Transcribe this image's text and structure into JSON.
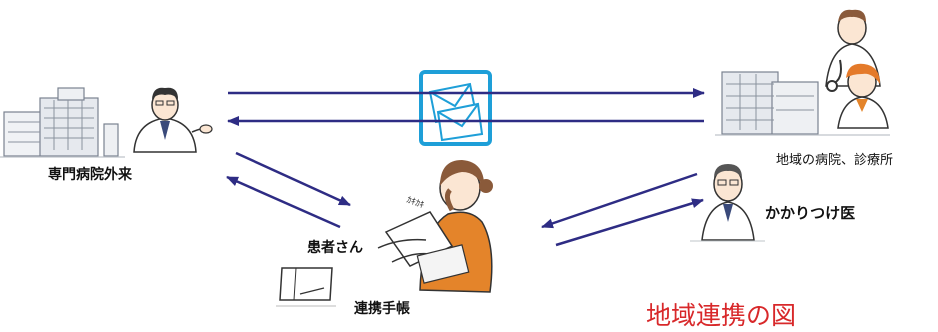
{
  "labels": {
    "specialist_outpatient": "専門病院外来",
    "local_clinic": "地域の病院、診療所",
    "family_doctor": "かかりつけ医",
    "patient": "患者さん",
    "notebook": "連携手帳"
  },
  "figure_title": "地域連携の図",
  "colors": {
    "arrow": "#2e2c84",
    "mail_box": "#1e9fd8",
    "title": "#d8282a",
    "patient_shirt": "#e4842a"
  },
  "icons": [
    "hospital-building-icon",
    "doctor-icon",
    "mail-icon",
    "patient-icon",
    "notebook-icon"
  ]
}
